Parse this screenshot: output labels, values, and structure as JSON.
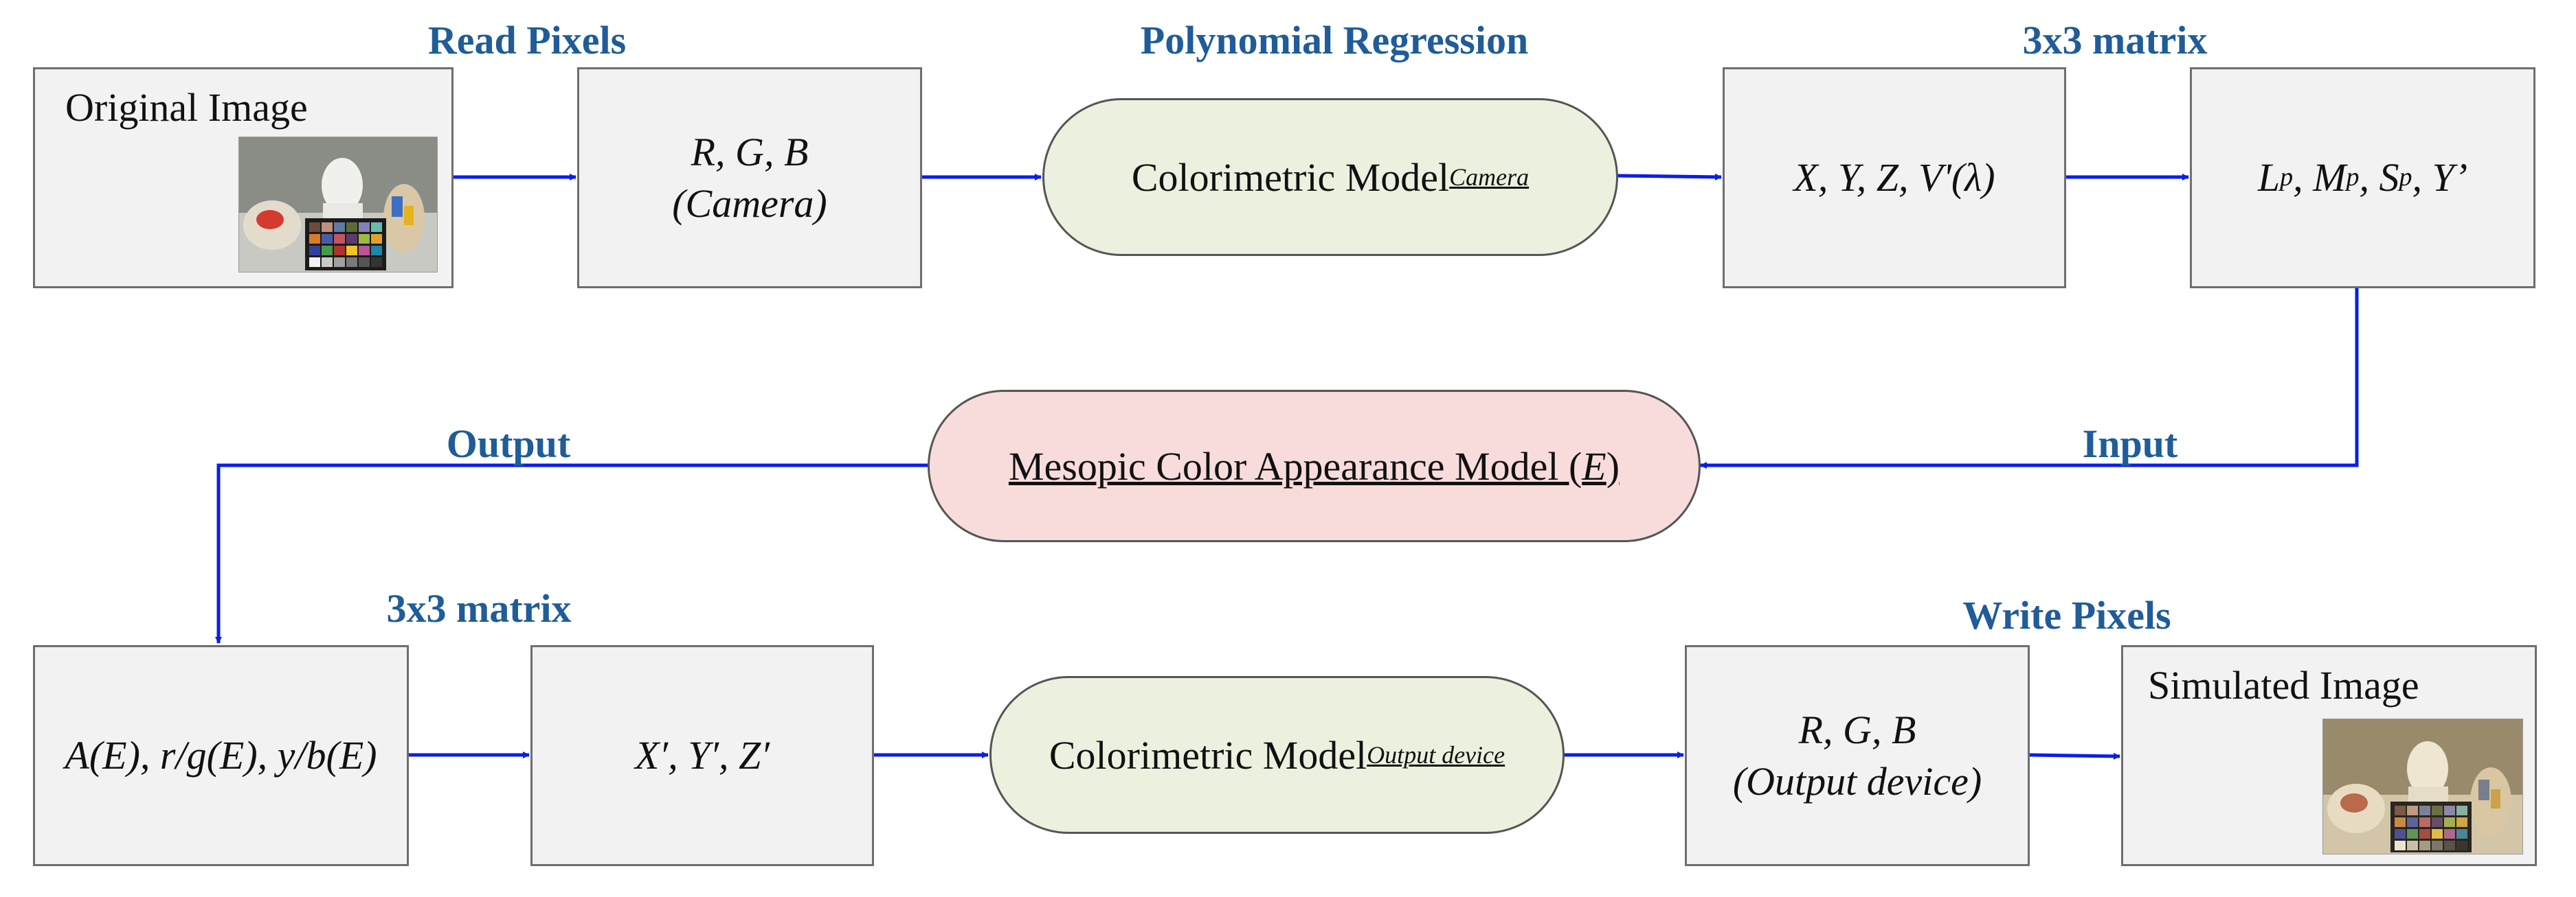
{
  "stage_labels": {
    "read_pixels": "Read Pixels",
    "polynomial_regression": "Polynomial Regression",
    "matrix_top": "3x3 matrix",
    "output": "Output",
    "input": "Input",
    "matrix_bottom": "3x3 matrix",
    "write_pixels": "Write Pixels"
  },
  "nodes": {
    "original_image": {
      "title": "Original Image"
    },
    "rgb_camera": {
      "line1": "R, G, B",
      "line2": "(Camera)"
    },
    "colorimetric_camera": {
      "text": "Colorimetric Model",
      "sub": "Camera"
    },
    "xyz_v": {
      "text": "X, Y, Z, V'(λ)"
    },
    "lms": {
      "L": "L",
      "L_sub": "p",
      "M": "M",
      "M_sub": "p",
      "S": "S",
      "S_sub": "p",
      "Y": "Y’"
    },
    "mesopic": {
      "text": "Mesopic Color Appearance Model (",
      "var": "E",
      "close": ")"
    },
    "appearance": {
      "text": "A(E), r/g(E), y/b(E)"
    },
    "xyz_prime": {
      "text": "X′, Y′, Z′"
    },
    "colorimetric_output": {
      "text": "Colorimetric Model",
      "sub": "Output device"
    },
    "rgb_output": {
      "line1": "R, G, B",
      "line2": "(Output device)"
    },
    "simulated_image": {
      "title": "Simulated Image"
    }
  },
  "colors": {
    "arrow": "#0a1ee8",
    "label": "#1f5c99",
    "box_fill": "#f2f2f2",
    "green_fill": "#ebf1de",
    "pink_fill": "#f8dcdb"
  }
}
